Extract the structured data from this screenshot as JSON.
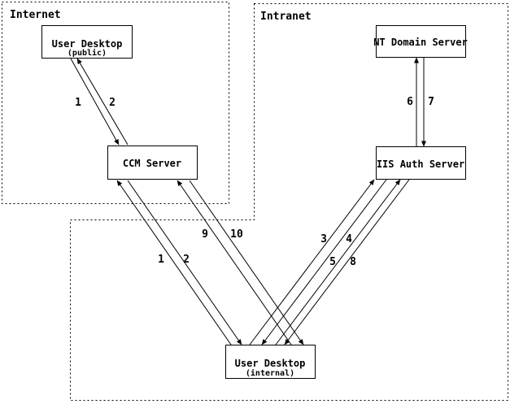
{
  "diagram": {
    "regions": {
      "internet": {
        "label": "Internet"
      },
      "intranet": {
        "label": "Intranet"
      }
    },
    "nodes": {
      "user_desktop_public": {
        "title": "User Desktop",
        "subtitle": "(public)"
      },
      "ccm_server": {
        "title": "CCM Server"
      },
      "nt_domain_server": {
        "title": "NT Domain Server"
      },
      "iis_auth_server": {
        "title": "IIS Auth Server"
      },
      "user_desktop_internal": {
        "title": "User Desktop",
        "subtitle": "(internal)"
      }
    },
    "flow_labels": {
      "public_to_ccm": "1",
      "ccm_to_public": "2",
      "internal_to_ccm": "1",
      "ccm_to_internal": "2",
      "internal_to_iis": "3",
      "iis_to_internal": "4",
      "internal_to_iis_auth": "5",
      "iis_to_nt": "6",
      "nt_to_iis": "7",
      "iis_to_internal_auth": "8",
      "internal_to_ccm_second": "9",
      "ccm_to_internal_second": "10"
    },
    "colors": {
      "ink": "#000000",
      "background": "#ffffff"
    }
  }
}
